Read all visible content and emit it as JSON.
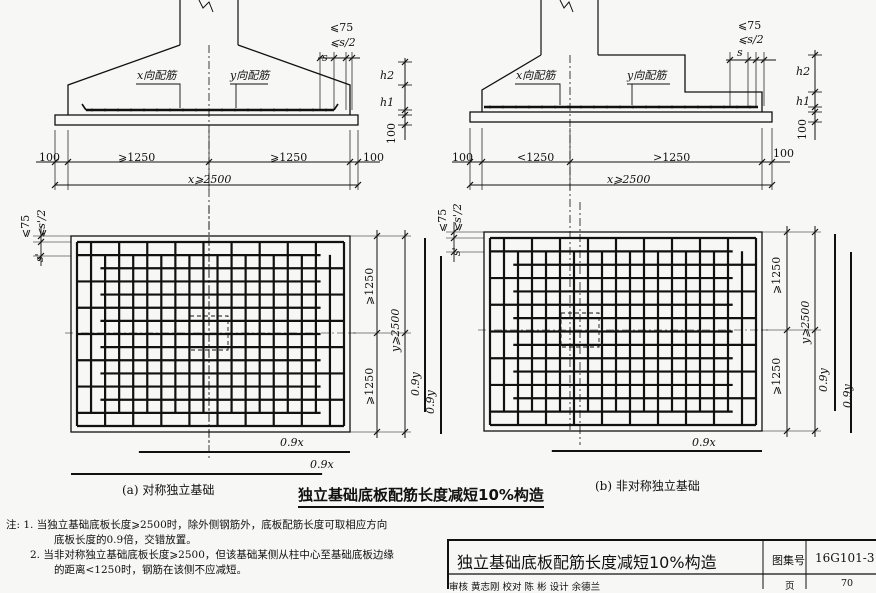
{
  "elevation": {
    "x_rebar": "x向配筋",
    "y_rebar": "y向配筋",
    "le75": "⩽75",
    "les2": "⩽s/2",
    "s": "s",
    "h1": "h1",
    "h2": "h2",
    "d100": "100",
    "ge1250": "⩾1250",
    "lt1250": "<1250",
    "gt1250": ">1250",
    "x_ge2500": "x⩾2500"
  },
  "plan": {
    "le75": "⩽75",
    "les2": "⩽s'/2",
    "s_prime": "s'",
    "ge1250": "⩾1250",
    "y_ge2500": "y⩾2500",
    "x09": "0.9x",
    "y09": "0.9y"
  },
  "captions": {
    "a": "(a)  对称独立基础",
    "b": "(b)  非对称独立基础"
  },
  "title": "独立基础底板配筋长度减短10%构造",
  "notes": [
    "注: 1. 当独立基础底板长度⩾2500时，除外侧钢筋外，底板配筋长度可取相应方向",
    "底板长度的0.9倍，交错放置。",
    "2. 当非对称独立基础底板长度⩾2500，但该基础某侧从柱中心至基础底板边缘",
    "的距离<1250时，钢筋在该侧不应减短。"
  ],
  "title_block": {
    "title": "独立基础底板配筋长度减短10%构造",
    "atlas_label": "图集号",
    "atlas_no": "16G101-3",
    "row2": "审核 黄志刚    校对 陈 彬    设计 余德兰",
    "page_label": "页",
    "page_no": "70"
  }
}
